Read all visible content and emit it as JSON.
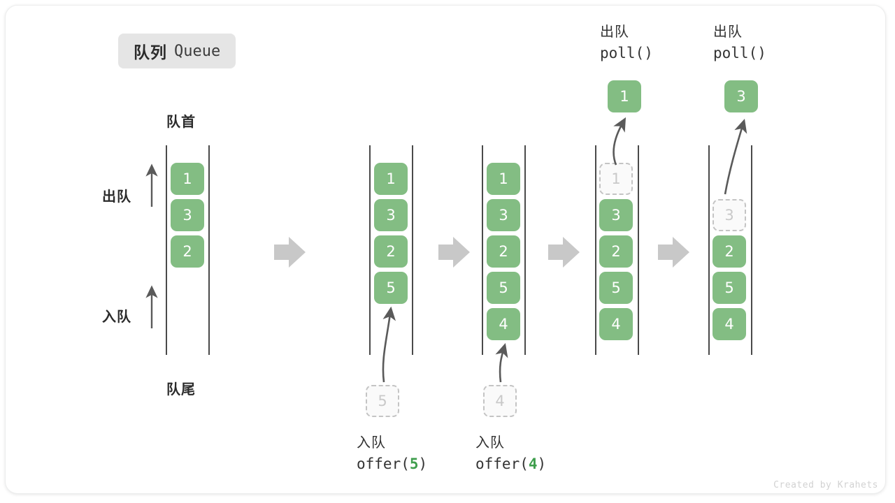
{
  "title": {
    "cn": "队列",
    "en": "Queue"
  },
  "labels": {
    "front": "队首",
    "rear": "队尾",
    "dequeue_side": "出队",
    "enqueue_side": "入队"
  },
  "watermark": "Created by Krahets",
  "colors": {
    "cell_fill": "#83bd83",
    "cell_text": "#ffffff",
    "ghost_border": "#c4c4c4",
    "ghost_text": "#c9c9c9",
    "rail": "#4a4a4a",
    "step_arrow": "#c8c8c8",
    "accent_green": "#3f9e4d",
    "badge_bg": "#e5e5e5"
  },
  "steps": [
    {
      "id": "initial",
      "cells": [
        {
          "value": "1",
          "state": "filled"
        },
        {
          "value": "3",
          "state": "filled"
        },
        {
          "value": "2",
          "state": "filled"
        }
      ],
      "operation": null,
      "incoming": null,
      "popped": null
    },
    {
      "id": "offer-5",
      "cells": [
        {
          "value": "1",
          "state": "filled"
        },
        {
          "value": "3",
          "state": "filled"
        },
        {
          "value": "2",
          "state": "filled"
        },
        {
          "value": "5",
          "state": "filled"
        }
      ],
      "operation": {
        "cn": "入队",
        "fn": "offer(",
        "arg": "5",
        "close": ")"
      },
      "incoming": {
        "value": "5",
        "state": "ghost"
      },
      "popped": null
    },
    {
      "id": "offer-4",
      "cells": [
        {
          "value": "1",
          "state": "filled"
        },
        {
          "value": "3",
          "state": "filled"
        },
        {
          "value": "2",
          "state": "filled"
        },
        {
          "value": "5",
          "state": "filled"
        },
        {
          "value": "4",
          "state": "filled"
        }
      ],
      "operation": {
        "cn": "入队",
        "fn": "offer(",
        "arg": "4",
        "close": ")"
      },
      "incoming": {
        "value": "4",
        "state": "ghost"
      },
      "popped": null
    },
    {
      "id": "poll-1",
      "cells": [
        {
          "value": "1",
          "state": "ghost"
        },
        {
          "value": "3",
          "state": "filled"
        },
        {
          "value": "2",
          "state": "filled"
        },
        {
          "value": "5",
          "state": "filled"
        },
        {
          "value": "4",
          "state": "filled"
        }
      ],
      "operation": {
        "cn": "出队",
        "fn": "poll(",
        "arg": "",
        "close": ")"
      },
      "incoming": null,
      "popped": {
        "value": "1",
        "state": "filled"
      }
    },
    {
      "id": "poll-3",
      "cells": [
        {
          "value": "",
          "state": "empty"
        },
        {
          "value": "3",
          "state": "ghost"
        },
        {
          "value": "2",
          "state": "filled"
        },
        {
          "value": "5",
          "state": "filled"
        },
        {
          "value": "4",
          "state": "filled"
        }
      ],
      "operation": {
        "cn": "出队",
        "fn": "poll(",
        "arg": "",
        "close": ")"
      },
      "incoming": null,
      "popped": {
        "value": "3",
        "state": "filled"
      }
    }
  ]
}
